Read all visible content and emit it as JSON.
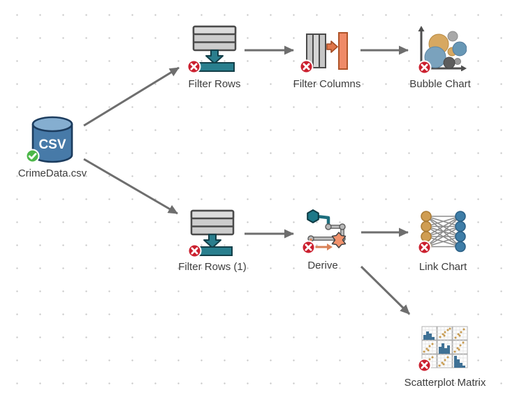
{
  "app": {
    "view": "workflow-canvas"
  },
  "nodes": [
    {
      "id": "crimedata-csv",
      "label": "CrimeData.csv",
      "type": "csv-file",
      "status": "success",
      "icon_text": "CSV"
    },
    {
      "id": "filter-rows",
      "label": "Filter Rows",
      "type": "filter-rows",
      "status": "error"
    },
    {
      "id": "filter-columns",
      "label": "Filter Columns",
      "type": "filter-columns",
      "status": "error"
    },
    {
      "id": "bubble-chart",
      "label": "Bubble Chart",
      "type": "bubble-chart",
      "status": "error"
    },
    {
      "id": "filter-rows-1",
      "label": "Filter Rows (1)",
      "type": "filter-rows",
      "status": "error"
    },
    {
      "id": "derive",
      "label": "Derive",
      "type": "derive",
      "status": "error"
    },
    {
      "id": "link-chart",
      "label": "Link Chart",
      "type": "link-chart",
      "status": "error"
    },
    {
      "id": "scatterplot-matrix",
      "label": "Scatterplot Matrix",
      "type": "scatterplot-matrix",
      "status": "error"
    }
  ],
  "edges": [
    {
      "from": "crimedata-csv",
      "to": "filter-rows"
    },
    {
      "from": "filter-rows",
      "to": "filter-columns"
    },
    {
      "from": "filter-columns",
      "to": "bubble-chart"
    },
    {
      "from": "crimedata-csv",
      "to": "filter-rows-1"
    },
    {
      "from": "filter-rows-1",
      "to": "derive"
    },
    {
      "from": "derive",
      "to": "link-chart"
    },
    {
      "from": "derive",
      "to": "scatterplot-matrix"
    }
  ],
  "colors": {
    "arrow": "#6e6e6e",
    "error_badge": "#cb1f2e",
    "success_badge": "#4cb749",
    "teal": "#2a7e8d",
    "orange_bar": "#ef8a67",
    "tan_bubble": "#d7a861",
    "blue_bubble": "#7aa2bd",
    "csv_blue": "#477aa8",
    "label_text": "#3d3d3d",
    "grid_dot": "#c9c9c9"
  }
}
